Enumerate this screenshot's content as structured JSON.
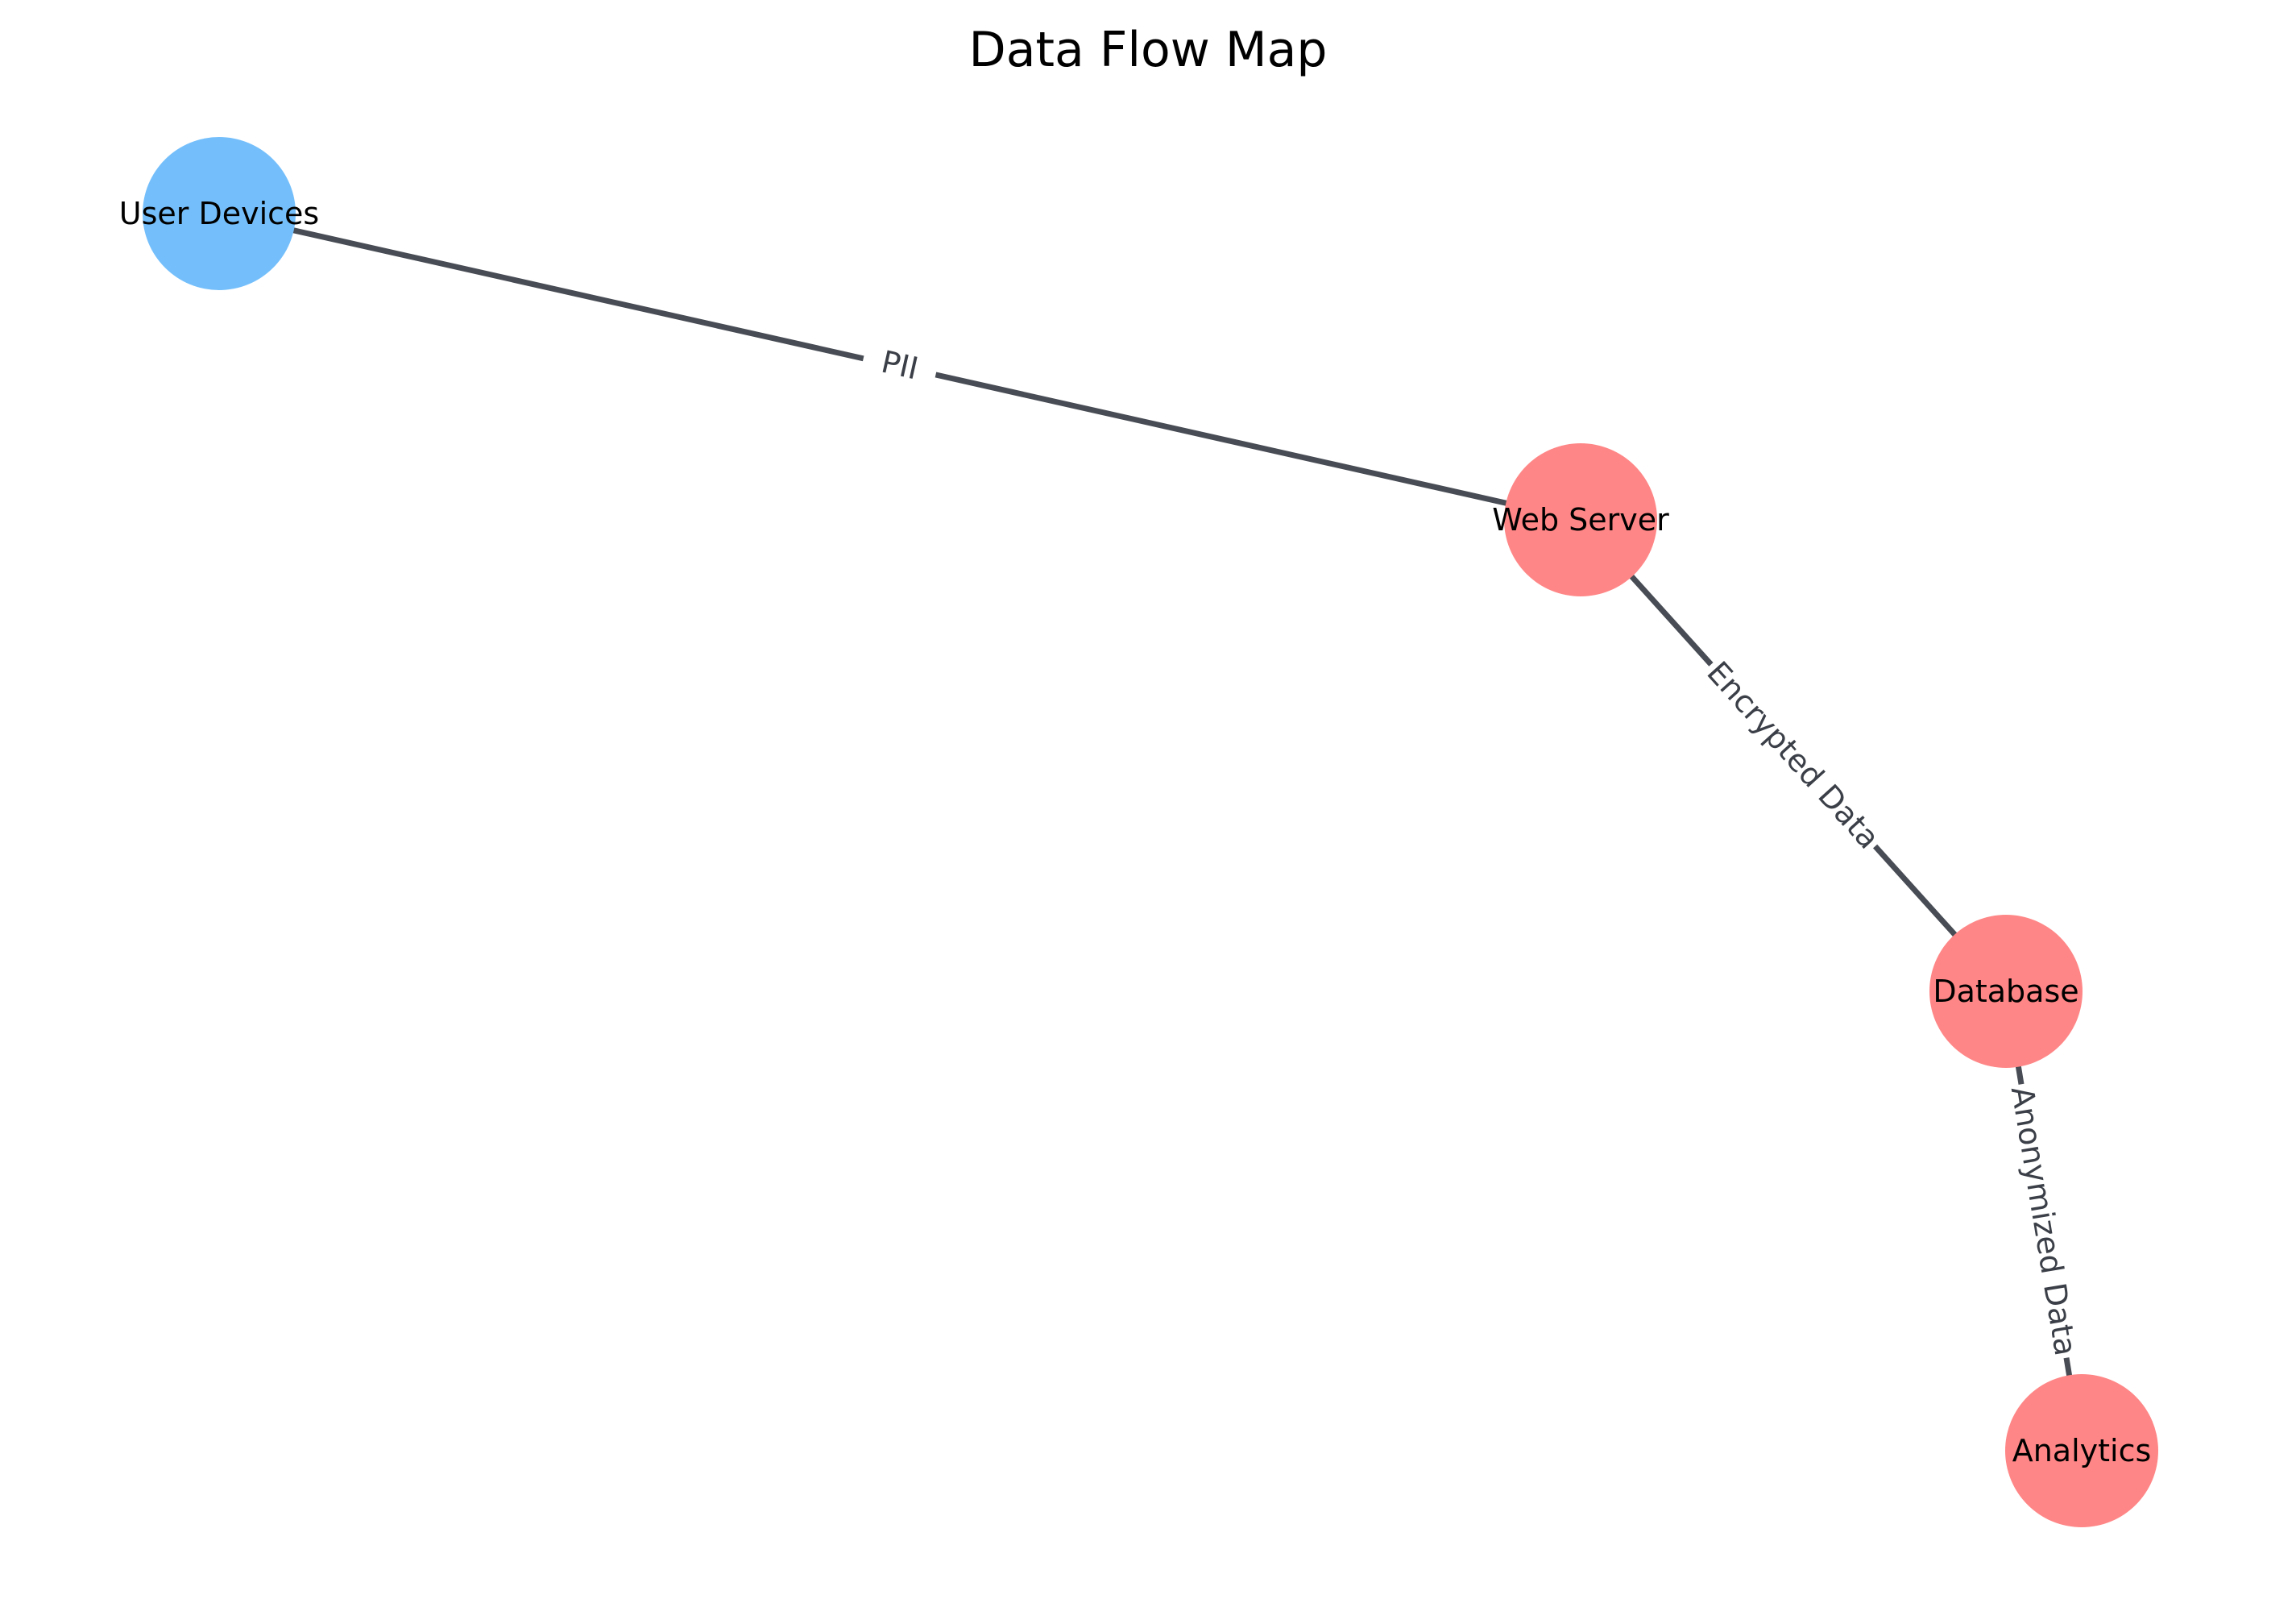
{
  "title": "Data Flow Map",
  "colors": {
    "background": "#ffffff",
    "edge": "#484c54",
    "edge_label": "#3b3f47",
    "source_node": "#74bffb",
    "system_node": "#ff8686"
  },
  "nodes": [
    {
      "id": "user_devices",
      "label": "User Devices",
      "kind": "source"
    },
    {
      "id": "web_server",
      "label": "Web Server",
      "kind": "system"
    },
    {
      "id": "database",
      "label": "Database",
      "kind": "system"
    },
    {
      "id": "analytics",
      "label": "Analytics",
      "kind": "system"
    }
  ],
  "edges": [
    {
      "from": "user_devices",
      "to": "web_server",
      "label": "PII"
    },
    {
      "from": "web_server",
      "to": "database",
      "label": "Encrypted Data"
    },
    {
      "from": "database",
      "to": "analytics",
      "label": "Anonymized Data"
    }
  ]
}
